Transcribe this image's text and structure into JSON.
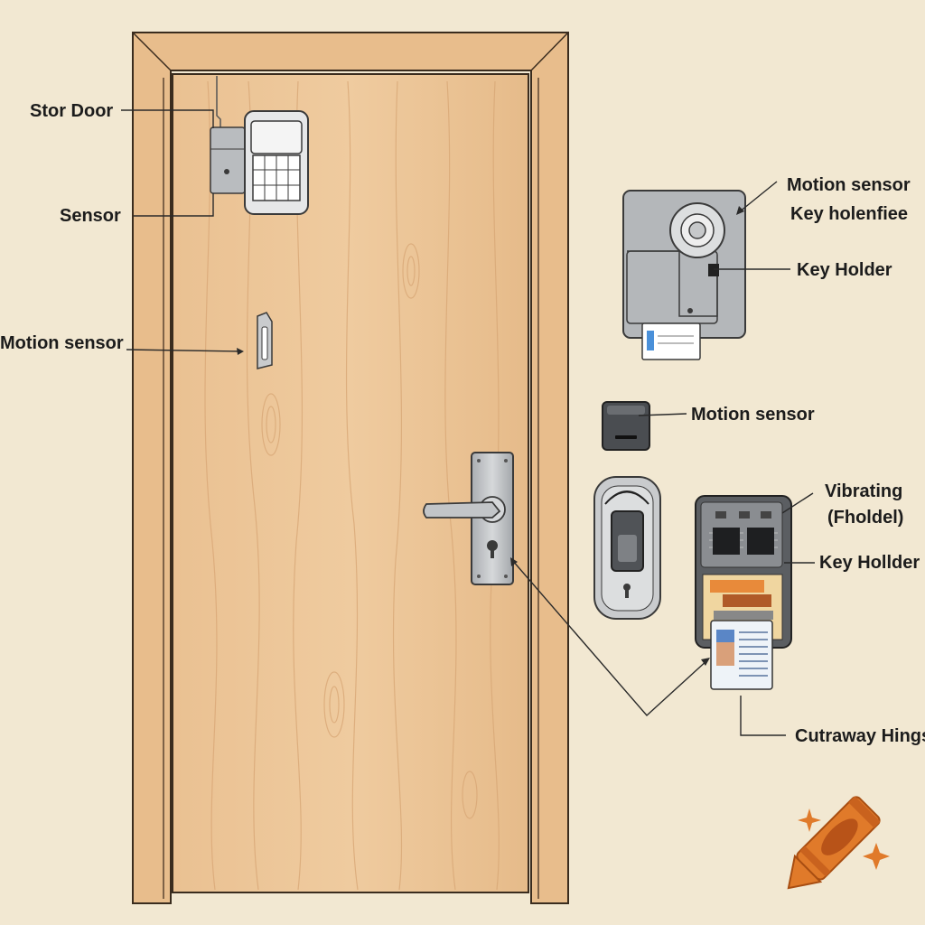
{
  "labels": {
    "stor_door": "Stor Door",
    "sensor": "Sensor",
    "motion_sensor_left": "Motion sensor",
    "motion_sensor_top": "Motion sensor",
    "key_holenfiee": "Key holenfiee",
    "key_holder_top": "Key Holder",
    "motion_sensor_mid": "Motion sensor",
    "vibrating": "Vibrating",
    "fholdel": "(Fholdel)",
    "key_holder_mid": "Key Hollder",
    "cutaway_hings": "Cutraway Hings"
  },
  "colors": {
    "background": "#f2e8d2",
    "door_wood": "#ecc597",
    "frame_wood": "#e8bd8c",
    "metal": "#b9bcbf",
    "dark_metal": "#5a5d61",
    "crayon_orange": "#e07a2a",
    "sparkle": "#e07a2a"
  },
  "icons": {
    "crayon": "crayon-icon",
    "sparkle": "sparkle-icon"
  }
}
